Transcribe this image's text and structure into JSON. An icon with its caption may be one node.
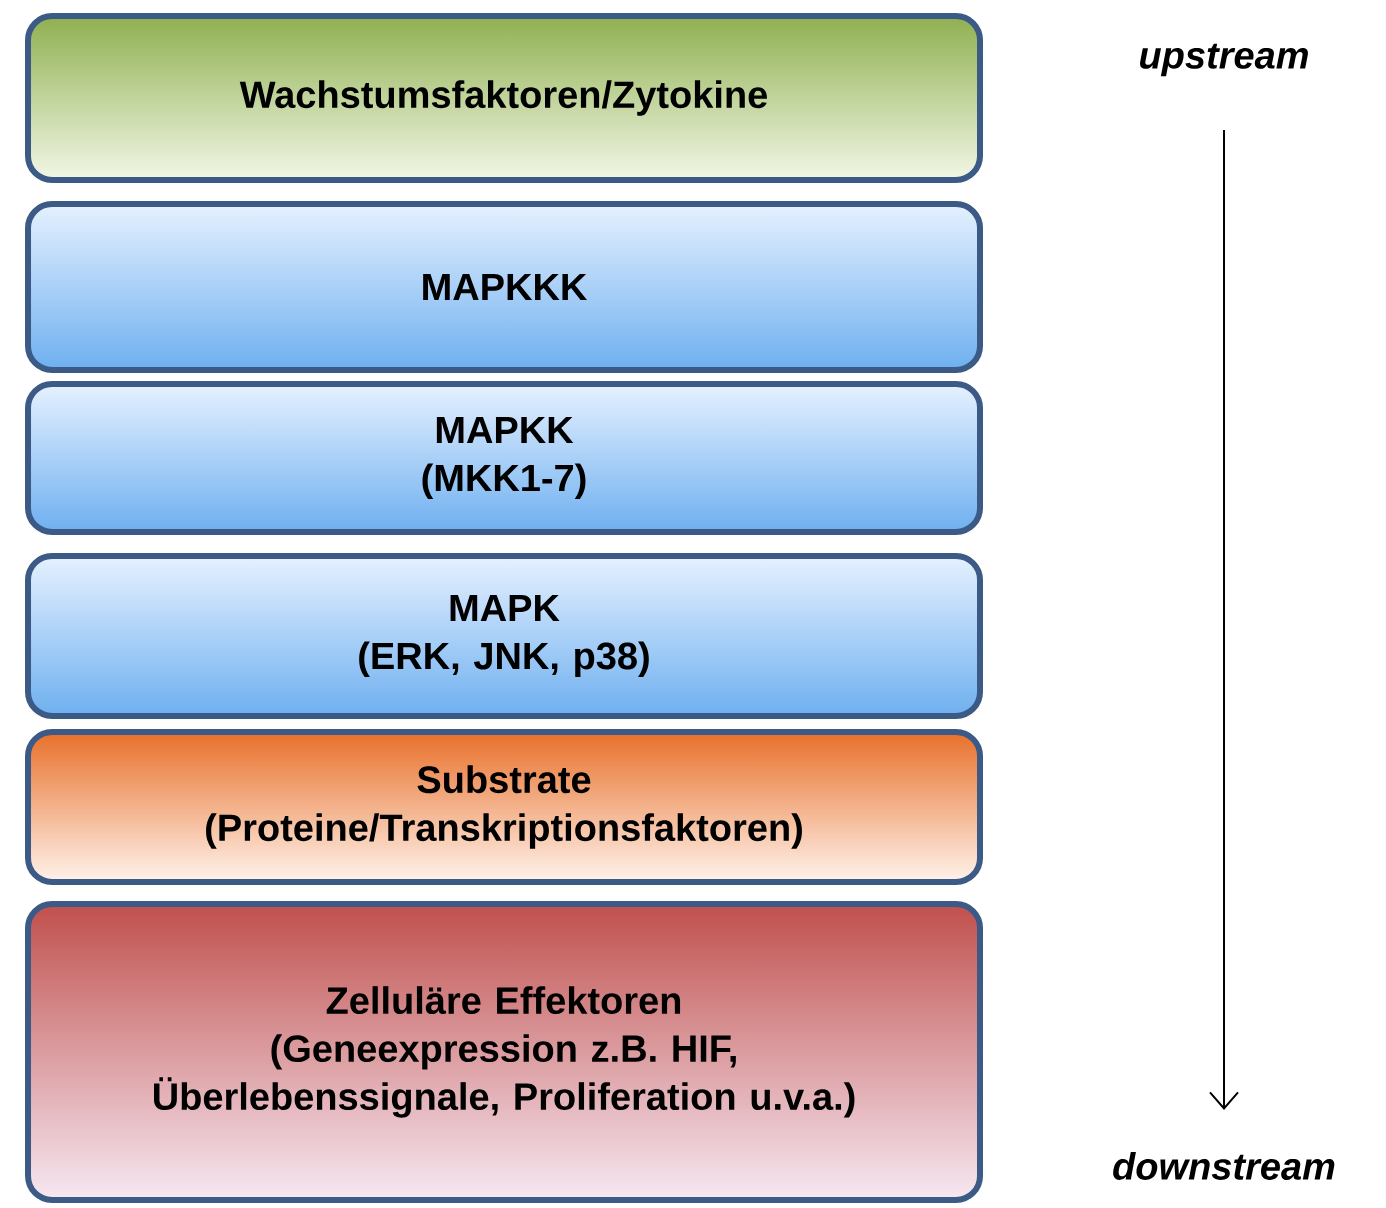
{
  "diagram": {
    "nodes": [
      {
        "text": [
          "Wachstumsfaktoren/Zytokine"
        ]
      },
      {
        "text": [
          "MAPKKK"
        ]
      },
      {
        "text": [
          "MAPKK",
          "(MKK1-7)"
        ]
      },
      {
        "text": [
          "MAPK",
          "(ERK, JNK, p38)"
        ]
      },
      {
        "text": [
          "Substrate",
          "(Proteine/Transkriptionsfaktoren)"
        ]
      },
      {
        "text": [
          "Zelluläre Effektoren",
          "(Geneexpression z.B. HIF, Überlebenssignale, Proliferation u.v.a.)"
        ]
      }
    ],
    "edges": [],
    "labels": [
      "upstream",
      "downstream"
    ]
  }
}
